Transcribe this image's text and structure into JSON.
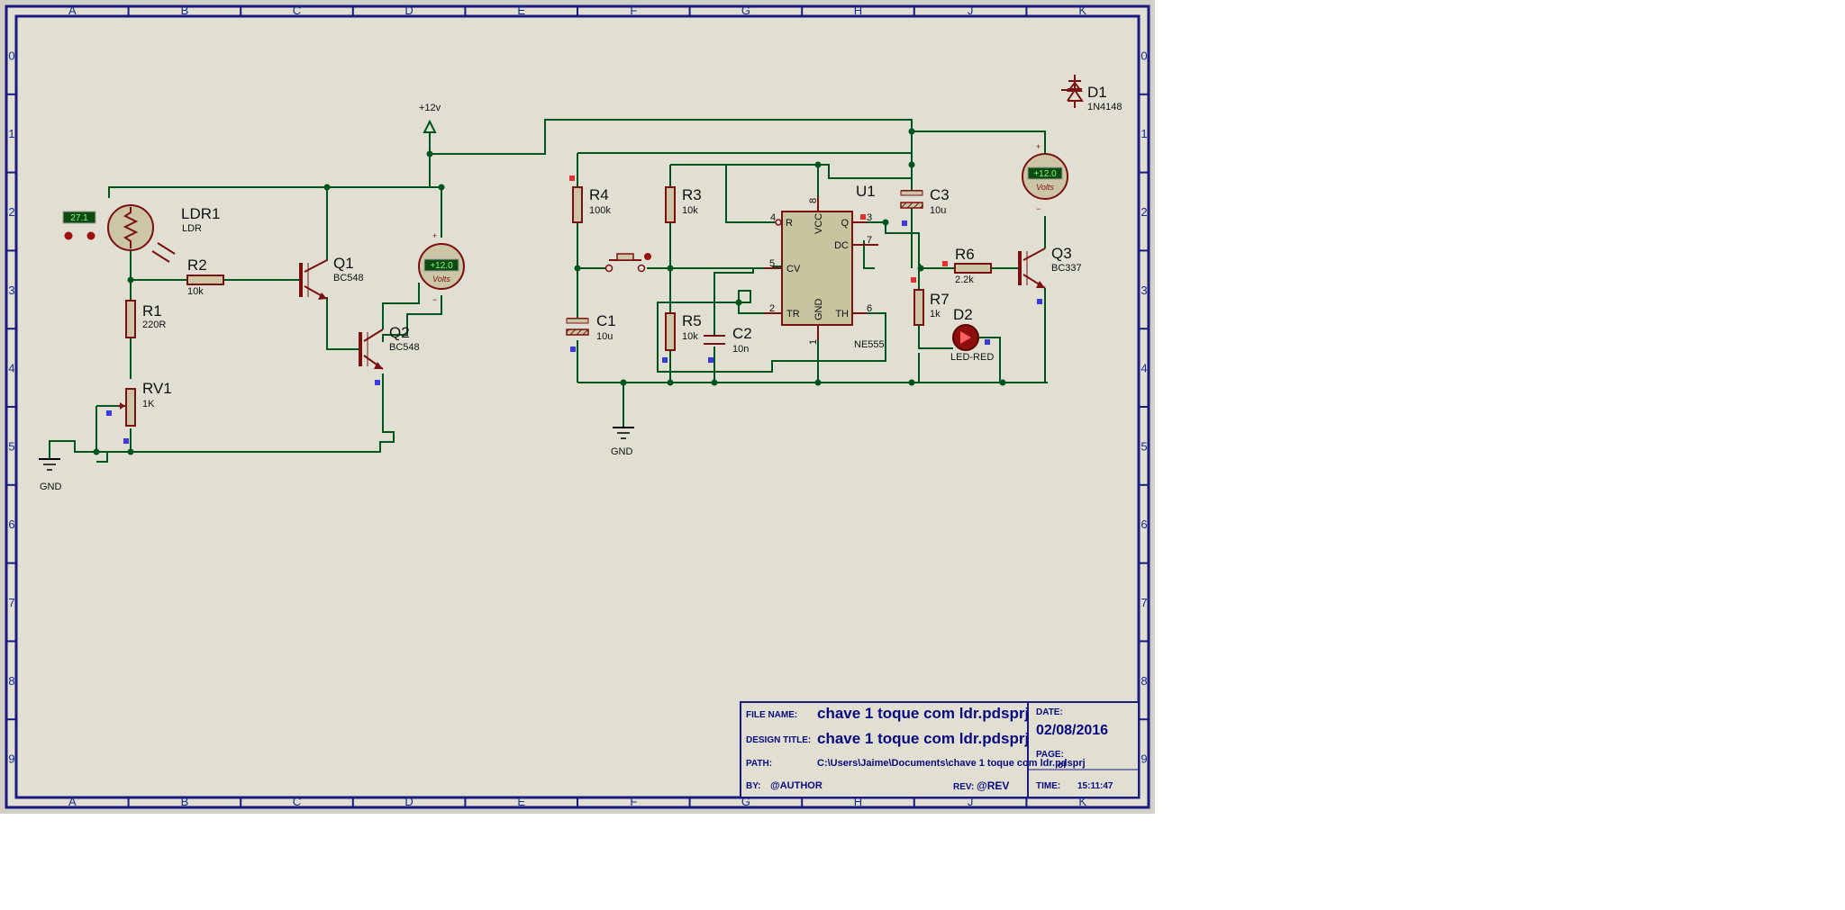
{
  "grid": {
    "columns": [
      "A",
      "B",
      "C",
      "D",
      "E",
      "F",
      "G",
      "H",
      "J",
      "K"
    ],
    "rows": [
      "0",
      "1",
      "2",
      "3",
      "4",
      "5",
      "6",
      "7",
      "8",
      "9"
    ]
  },
  "colors": {
    "background": "#e0dfd2",
    "frame": "#1a1a80",
    "wire": "#00551e",
    "component": "#7a1010",
    "pin_red": "#e23030",
    "pin_blue": "#3a3ae0"
  },
  "components": {
    "ldr1": {
      "ref": "LDR1",
      "value": "LDR",
      "display": "27.1"
    },
    "r1": {
      "ref": "R1",
      "value": "220R"
    },
    "r2": {
      "ref": "R2",
      "value": "10k"
    },
    "rv1": {
      "ref": "RV1",
      "value": "1K"
    },
    "q1": {
      "ref": "Q1",
      "value": "BC548"
    },
    "q2": {
      "ref": "Q2",
      "value": "BC548"
    },
    "voltmeter_left": {
      "reading": "+12.0",
      "unit": "Volts"
    },
    "voltmeter_right": {
      "reading": "+12.0",
      "unit": "Volts"
    },
    "supply": {
      "label": "+12v"
    },
    "gnd_left": {
      "label": "GND"
    },
    "gnd_mid": {
      "label": "GND"
    },
    "r4": {
      "ref": "R4",
      "value": "100k"
    },
    "r3": {
      "ref": "R3",
      "value": "10k"
    },
    "r5": {
      "ref": "R5",
      "value": "10k"
    },
    "c1": {
      "ref": "C1",
      "value": "10u"
    },
    "c2": {
      "ref": "C2",
      "value": "10n"
    },
    "c3": {
      "ref": "C3",
      "value": "10u"
    },
    "u1": {
      "ref": "U1",
      "value": "NE555",
      "pins": {
        "r": "R",
        "vcc": "VCC",
        "q": "Q",
        "dc": "DC",
        "cv": "CV",
        "tr": "TR",
        "gnd": "GND",
        "th": "TH",
        "n4": "4",
        "n8": "8",
        "n3": "3",
        "n7": "7",
        "n5": "5",
        "n2": "2",
        "n6": "6",
        "n1": "1"
      }
    },
    "r6": {
      "ref": "R6",
      "value": "2.2k"
    },
    "r7": {
      "ref": "R7",
      "value": "1k"
    },
    "q3": {
      "ref": "Q3",
      "value": "BC337"
    },
    "d1": {
      "ref": "D1",
      "value": "1N4148"
    },
    "d2": {
      "ref": "D2",
      "value": "LED-RED"
    }
  },
  "title_block": {
    "file_name_label": "FILE NAME:",
    "file_name": "chave 1 toque com ldr.pdsprj",
    "design_title_label": "DESIGN TITLE:",
    "design_title": "chave 1 toque com ldr.pdsprj",
    "path_label": "PATH:",
    "path": "C:\\Users\\Jaime\\Documents\\chave 1 toque com ldr.pdsprj",
    "by_label": "BY:",
    "author": "@AUTHOR",
    "rev_label": "REV:",
    "rev": "@REV",
    "date_label": "DATE:",
    "date": "02/08/2016",
    "page_label": "PAGE:",
    "page_of": "of",
    "time_label": "TIME:",
    "time": "15:11:47"
  }
}
